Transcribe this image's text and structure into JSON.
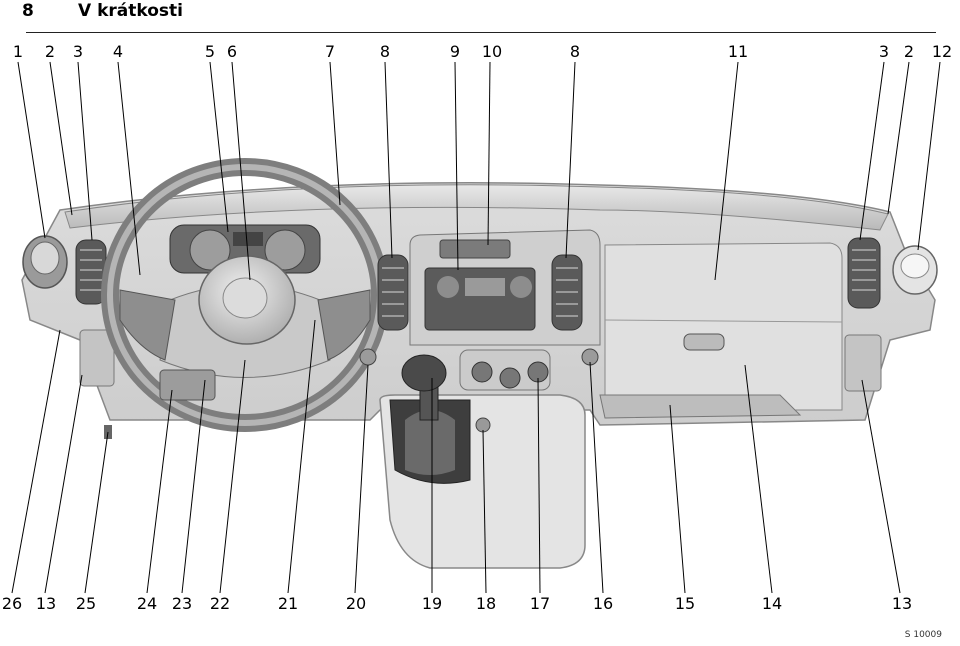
{
  "header": {
    "page_number": "8",
    "title": "V krátkosti"
  },
  "callouts_top": [
    "1",
    "2",
    "3",
    "4",
    "5",
    "6",
    "7",
    "8",
    "9",
    "10",
    "8",
    "11",
    "3",
    "2",
    "12"
  ],
  "callouts_bottom": [
    "26",
    "13",
    "25",
    "24",
    "23",
    "22",
    "21",
    "20",
    "19",
    "18",
    "17",
    "16",
    "15",
    "14",
    "13"
  ],
  "figure_id": "S 10009"
}
